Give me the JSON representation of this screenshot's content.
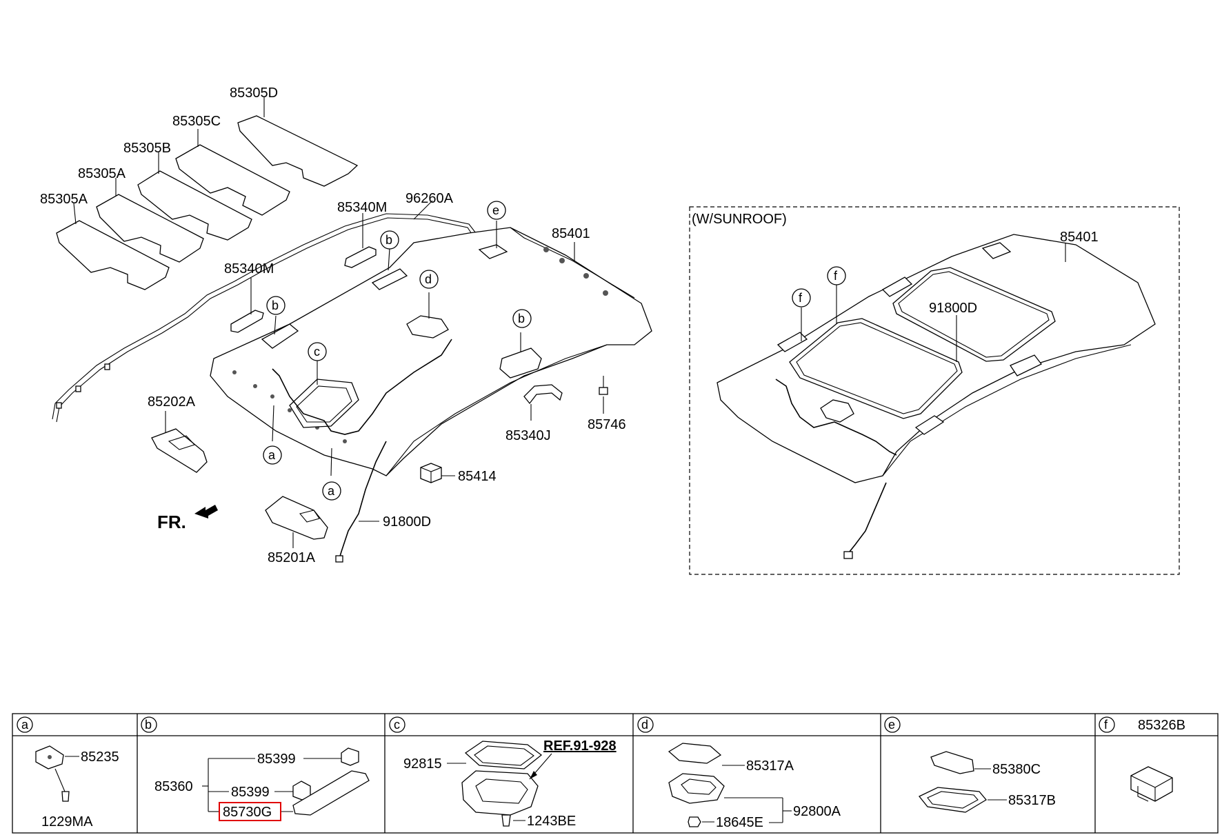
{
  "inset": {
    "title": "(W/SUNROOF)"
  },
  "main_labels": {
    "p85305D": "85305D",
    "p85305C": "85305C",
    "p85305B": "85305B",
    "p85305A_1": "85305A",
    "p85305A_2": "85305A",
    "p96260A": "96260A",
    "p85340M_1": "85340M",
    "p85340M_2": "85340M",
    "p85401": "85401",
    "p85202A": "85202A",
    "p85340J": "85340J",
    "p85746": "85746",
    "p85414": "85414",
    "p91800D": "91800D",
    "p85201A": "85201A",
    "fr": "FR."
  },
  "inset_labels": {
    "p85401": "85401",
    "p91800D": "91800D"
  },
  "callouts": {
    "a": "a",
    "b": "b",
    "c": "c",
    "d": "d",
    "e": "e",
    "f": "f"
  },
  "table": {
    "headers": [
      "a",
      "b",
      "c",
      "d",
      "e",
      "f"
    ],
    "f_part": "85326B",
    "a": {
      "p1": "85235",
      "p2": "1229MA"
    },
    "b": {
      "p1": "85399",
      "p2": "85399",
      "p3": "85360",
      "p4": "85730G"
    },
    "c": {
      "p1": "92815",
      "ref": "REF.91-928",
      "p2": "1243BE"
    },
    "d": {
      "p1": "85317A",
      "p2": "92800A",
      "p3": "18645E"
    },
    "e": {
      "p1": "85380C",
      "p2": "85317B"
    }
  },
  "colors": {
    "line": "#000000",
    "highlight": "#e00000",
    "background": "#ffffff"
  }
}
